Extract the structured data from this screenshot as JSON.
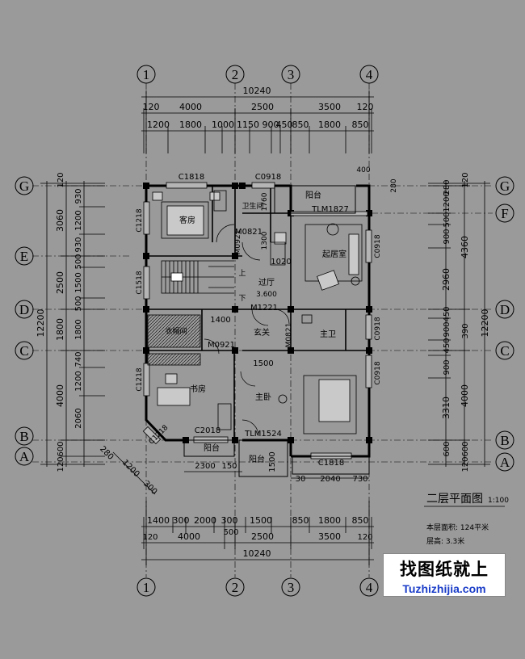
{
  "title": {
    "name": "二层平面图",
    "scale": "1:100",
    "area": "本层面积: 124平米",
    "height": "层高: 3.3米"
  },
  "brand": {
    "cn": "找图纸就上",
    "url": "Tuzhizhijia.com"
  },
  "axes_top": [
    "1",
    "2",
    "3",
    "4"
  ],
  "axes_bottom": [
    "1",
    "2",
    "3",
    "4"
  ],
  "axes_left": [
    "G",
    "E",
    "D",
    "C",
    "B",
    "A"
  ],
  "axes_right": [
    "G",
    "F",
    "D",
    "C",
    "B",
    "A"
  ],
  "dims_top": {
    "total": "10240",
    "row2": [
      "120",
      "4000",
      "2500",
      "3500",
      "120"
    ],
    "row3": [
      "1200",
      "1800",
      "1000",
      "1150",
      "900",
      "450",
      "850",
      "1800",
      "850"
    ],
    "extra": [
      "400",
      "280"
    ]
  },
  "dims_bottom": {
    "row1": [
      "1400",
      "300",
      "2000",
      "300",
      "1500",
      "850",
      "1800",
      "850"
    ],
    "row2": [
      "120",
      "4000",
      "500",
      "2500",
      "3500",
      "120"
    ],
    "total": "10240",
    "extra": [
      "2300",
      "150",
      "30",
      "2040",
      "730",
      "1500"
    ]
  },
  "dims_left": {
    "total": "12200",
    "col2": [
      "120",
      "3060",
      "2500",
      "1800",
      "4000",
      "600",
      "120"
    ],
    "col3": [
      "930",
      "1200",
      "930",
      "500",
      "1500",
      "500",
      "1800",
      "740",
      "1200",
      "2060"
    ],
    "slant": [
      "280",
      "1200",
      "300"
    ]
  },
  "dims_right": {
    "total": "12200",
    "col2": [
      "120",
      "4360",
      "390",
      "4000",
      "600",
      "120"
    ],
    "col3": [
      "280",
      "1200",
      "500",
      "900",
      "2960",
      "450",
      "900",
      "450",
      "900",
      "3310",
      "600"
    ]
  },
  "rooms": [
    "客房",
    "卫生间",
    "阳台",
    "起居室",
    "过厅",
    "上",
    "下",
    "衣帽间",
    "玄关",
    "主卫",
    "书房",
    "主卧",
    "阳台",
    "阳台"
  ],
  "level": "3.600",
  "openings": [
    "C1818",
    "C0918",
    "C1218",
    "TLM1827",
    "M0821",
    "M0921",
    "C0918",
    "1760",
    "1300",
    "1020",
    "C1518",
    "M1221",
    "M0921",
    "M0821",
    "1400",
    "C0918",
    "C0918",
    "C1218",
    "1500",
    "C1218",
    "C2018",
    "TLM1524",
    "C1818"
  ]
}
